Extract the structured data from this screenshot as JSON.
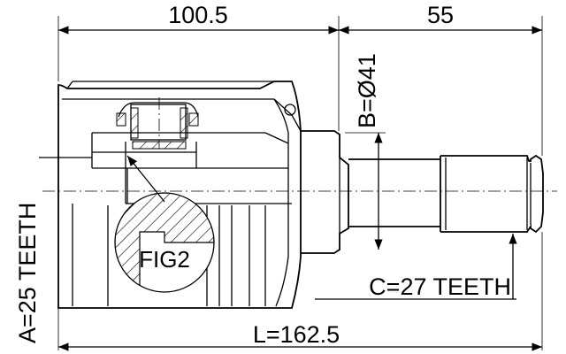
{
  "dimensions": {
    "top_left": "100.5",
    "top_right": "55",
    "diameter": "B=Ø41",
    "bottom_total": "L=162.5",
    "spline_outer": "A=25 TEETH",
    "spline_shaft": "C=27 TEETH"
  },
  "figure_label": "FIG2"
}
